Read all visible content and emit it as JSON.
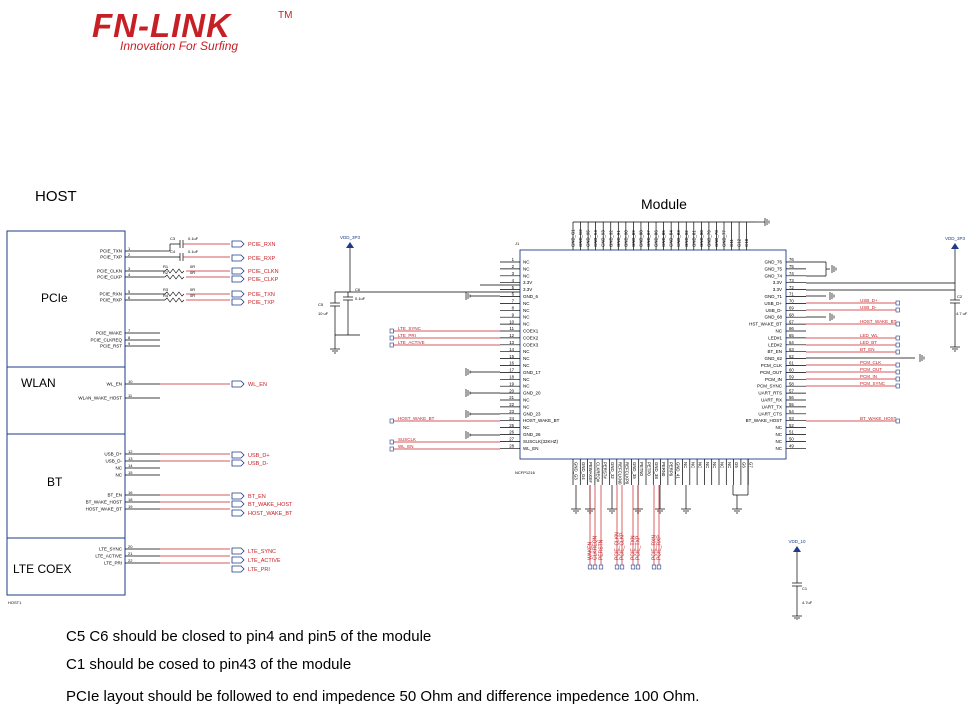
{
  "logo": {
    "brand": "FN-LINK",
    "tm": "TM",
    "tagline": "Innovation For Surfing",
    "color": "#c62026"
  },
  "colors": {
    "net_red": "#c62026",
    "wire": "#c62026",
    "outline": "#1f3a8a"
  },
  "host": {
    "title": "HOST",
    "ref": "HOST1",
    "sections": [
      "PCIe",
      "WLAN",
      "BT",
      "LTE COEX"
    ],
    "pcie_pins": [
      {
        "num": "1",
        "name": "PCIE_TXN"
      },
      {
        "num": "2",
        "name": "PCIE_TXP"
      },
      {
        "num": "3",
        "name": "PCIE_CLKN"
      },
      {
        "num": "4",
        "name": "PCIE_CLKP"
      },
      {
        "num": "5",
        "name": "PCIE_RXN"
      },
      {
        "num": "6",
        "name": "PCIE_RXP"
      },
      {
        "num": "7",
        "name": "PCIE_WAKE"
      },
      {
        "num": "8",
        "name": "PCIE_CLKREQ"
      },
      {
        "num": "9",
        "name": "PCIE_RST"
      }
    ],
    "wlan_pins": [
      {
        "num": "10",
        "name": "WL_EN"
      },
      {
        "num": "11",
        "name": "WLAN_WAKE_HOST"
      }
    ],
    "bt_pins": [
      {
        "num": "12",
        "name": "USB_D+"
      },
      {
        "num": "13",
        "name": "USB_D-"
      },
      {
        "num": "14",
        "name": "NC"
      },
      {
        "num": "15",
        "name": "NC"
      },
      {
        "num": "16",
        "name": "BT_EN"
      },
      {
        "num": "18",
        "name": "BT_WAKE_HOST"
      },
      {
        "num": "19",
        "name": "HOST_WAKE_BT"
      }
    ],
    "coex_pins": [
      {
        "num": "20",
        "name": "LTE_SYNC"
      },
      {
        "num": "21",
        "name": "LTE_ACTIVE"
      },
      {
        "num": "22",
        "name": "LTE_PRI"
      }
    ]
  },
  "passives": {
    "c3": "C3",
    "c3_val": "0.1uF",
    "c4": "C4",
    "c4_val": "0.1uF",
    "r1": "R1",
    "r1_val": "0R",
    "r2": "R2",
    "r2_val": "0R",
    "r3": "R3",
    "r3_val": "0R",
    "r4": "R4",
    "r4_val": "0R"
  },
  "host_nets": {
    "pcie": [
      "PCIE_RXN",
      "PCIE_RXP",
      "PCIE_CLKN",
      "PCIE_CLKP",
      "PCIE_TXN",
      "PCIE_TXP"
    ],
    "wlan": [
      "WL_EN"
    ],
    "bt": [
      "USB_D+",
      "USB_D-",
      "BT_EN",
      "BT_WAKE_HOST",
      "HOST_WAKE_BT"
    ],
    "coex": [
      "LTE_SYNC",
      "LTE_ACTIVE",
      "LTE_PRI"
    ]
  },
  "supply_left": {
    "vdd": "VDD_3P3",
    "c5": "C5",
    "c5_val": "10 uF",
    "c6": "C6",
    "c6_val": "0.1uF"
  },
  "module": {
    "title": "Module",
    "ref": "J1",
    "part": "NCFP1216",
    "left_pins": [
      {
        "num": "1",
        "name": "NC"
      },
      {
        "num": "2",
        "name": "NC"
      },
      {
        "num": "3",
        "name": "NC"
      },
      {
        "num": "4",
        "name": "3.3V"
      },
      {
        "num": "5",
        "name": "3.3V"
      },
      {
        "num": "6",
        "name": "GND_6"
      },
      {
        "num": "7",
        "name": "NC"
      },
      {
        "num": "8",
        "name": "NC"
      },
      {
        "num": "9",
        "name": "NC"
      },
      {
        "num": "10",
        "name": "NC"
      },
      {
        "num": "11",
        "name": "COEX1"
      },
      {
        "num": "12",
        "name": "COEX2"
      },
      {
        "num": "13",
        "name": "COEX3"
      },
      {
        "num": "14",
        "name": "NC"
      },
      {
        "num": "15",
        "name": "NC"
      },
      {
        "num": "16",
        "name": "NC"
      },
      {
        "num": "17",
        "name": "GND_17"
      },
      {
        "num": "18",
        "name": "NC"
      },
      {
        "num": "19",
        "name": "NC"
      },
      {
        "num": "20",
        "name": "GND_20"
      },
      {
        "num": "21",
        "name": "NC"
      },
      {
        "num": "22",
        "name": "NC"
      },
      {
        "num": "23",
        "name": "GND_23"
      },
      {
        "num": "24",
        "name": "HOST_WAKE_BT"
      },
      {
        "num": "25",
        "name": "NC"
      },
      {
        "num": "26",
        "name": "GND_26"
      },
      {
        "num": "27",
        "name": "SUSCLK(32KHZ)"
      },
      {
        "num": "28",
        "name": "WL_EN"
      }
    ],
    "right_pins": [
      {
        "num": "76",
        "name": "GND_76"
      },
      {
        "num": "75",
        "name": "GND_75"
      },
      {
        "num": "74",
        "name": "GND_74"
      },
      {
        "num": "73",
        "name": "3.3V"
      },
      {
        "num": "72",
        "name": "3.3V"
      },
      {
        "num": "71",
        "name": "GND_71"
      },
      {
        "num": "70",
        "name": "USB_D+"
      },
      {
        "num": "69",
        "name": "USB_D-"
      },
      {
        "num": "68",
        "name": "GND_68"
      },
      {
        "num": "67",
        "name": "HST_WAKE_BT"
      },
      {
        "num": "66",
        "name": "NC"
      },
      {
        "num": "65",
        "name": "LED#1"
      },
      {
        "num": "64",
        "name": "LED#2"
      },
      {
        "num": "63",
        "name": "BT_EN"
      },
      {
        "num": "62",
        "name": "GND_62"
      },
      {
        "num": "61",
        "name": "PCM_CLK"
      },
      {
        "num": "60",
        "name": "PCM_OUT"
      },
      {
        "num": "59",
        "name": "PCM_IN"
      },
      {
        "num": "58",
        "name": "PCM_SYNC"
      },
      {
        "num": "57",
        "name": "UART_RTS"
      },
      {
        "num": "56",
        "name": "UART_RX"
      },
      {
        "num": "55",
        "name": "UART_TX"
      },
      {
        "num": "54",
        "name": "UART_CTS"
      },
      {
        "num": "53",
        "name": "BT_WAKE_HOST"
      },
      {
        "num": "52",
        "name": "NC"
      },
      {
        "num": "51",
        "name": "NC"
      },
      {
        "num": "50",
        "name": "NC"
      },
      {
        "num": "49",
        "name": "NC"
      }
    ],
    "top_pins": [
      "GND_G1",
      "GND_G2",
      "GND_95",
      "GND_94",
      "GND_93",
      "GND_92",
      "GND_91",
      "GND_90",
      "GND_89",
      "GND_88",
      "GND_87",
      "GND_86",
      "GND_85",
      "GND_84",
      "GND_83",
      "GND_82",
      "GND_81",
      "GND_80",
      "GND_79",
      "GND_78",
      "GND_77",
      "G11",
      "G12",
      "G10"
    ],
    "bottom_pins": [
      "GND_G3",
      "GND_G4",
      "PEWAKE#",
      "CLKREQ#",
      "PERST#",
      "GND_32",
      "REFCLKN0",
      "REFCLKP0",
      "GND_35",
      "PETN0",
      "PETP0",
      "GND_38",
      "PERN0",
      "PERP0",
      "GND_41",
      "NC",
      "NC",
      "NC",
      "NC",
      "NC",
      "NC",
      "NC",
      "G5",
      "G6",
      "G7"
    ]
  },
  "module_nets": {
    "left": [
      {
        "pin": "11",
        "name": "LTE_SYNC"
      },
      {
        "pin": "12",
        "name": "LTE_PRI"
      },
      {
        "pin": "13",
        "name": "LTE_ACTIVE"
      },
      {
        "pin": "24",
        "name": "HOST_WAKE_BT"
      },
      {
        "pin": "27",
        "name": "SUSCLK"
      },
      {
        "pin": "28",
        "name": "WL_EN"
      }
    ],
    "right": [
      {
        "pin": "70",
        "name": "USB_D+"
      },
      {
        "pin": "69",
        "name": "USB_D-"
      },
      {
        "pin": "67",
        "name": "HOST_WAKE_BT"
      },
      {
        "pin": "65",
        "name": "LED_WL"
      },
      {
        "pin": "64",
        "name": "LED_BT"
      },
      {
        "pin": "63",
        "name": "BT_EN"
      },
      {
        "pin": "61",
        "name": "PCM_CLK"
      },
      {
        "pin": "60",
        "name": "PCM_OUT"
      },
      {
        "pin": "59",
        "name": "PCM_IN"
      },
      {
        "pin": "58",
        "name": "PCM_SYNC"
      },
      {
        "pin": "53",
        "name": "BT_WAKE_HOST"
      }
    ],
    "bottom": [
      "WAKEN",
      "CLKREQN",
      "PERSTN",
      "PCIE_CLKN",
      "PCIE_CLKP",
      "PCIE_TXN",
      "PCIE_TXP",
      "PCIE_RXN",
      "PCIE_RXP"
    ]
  },
  "supply_right": {
    "vdd": "VDD_3P3",
    "c2": "C2",
    "c2_val": "4.7 uF"
  },
  "supply_bottom": {
    "vdd": "VDD_10",
    "c1": "C1",
    "c1_val": "4.7uF"
  },
  "notes": [
    "C5 C6 should be closed to pin4 and pin5 of the  module",
    "C1 should be cosed to pin43 of the  module",
    "PCIe layout should be followed to end impedence 50 Ohm and difference impedence 100 Ohm."
  ]
}
